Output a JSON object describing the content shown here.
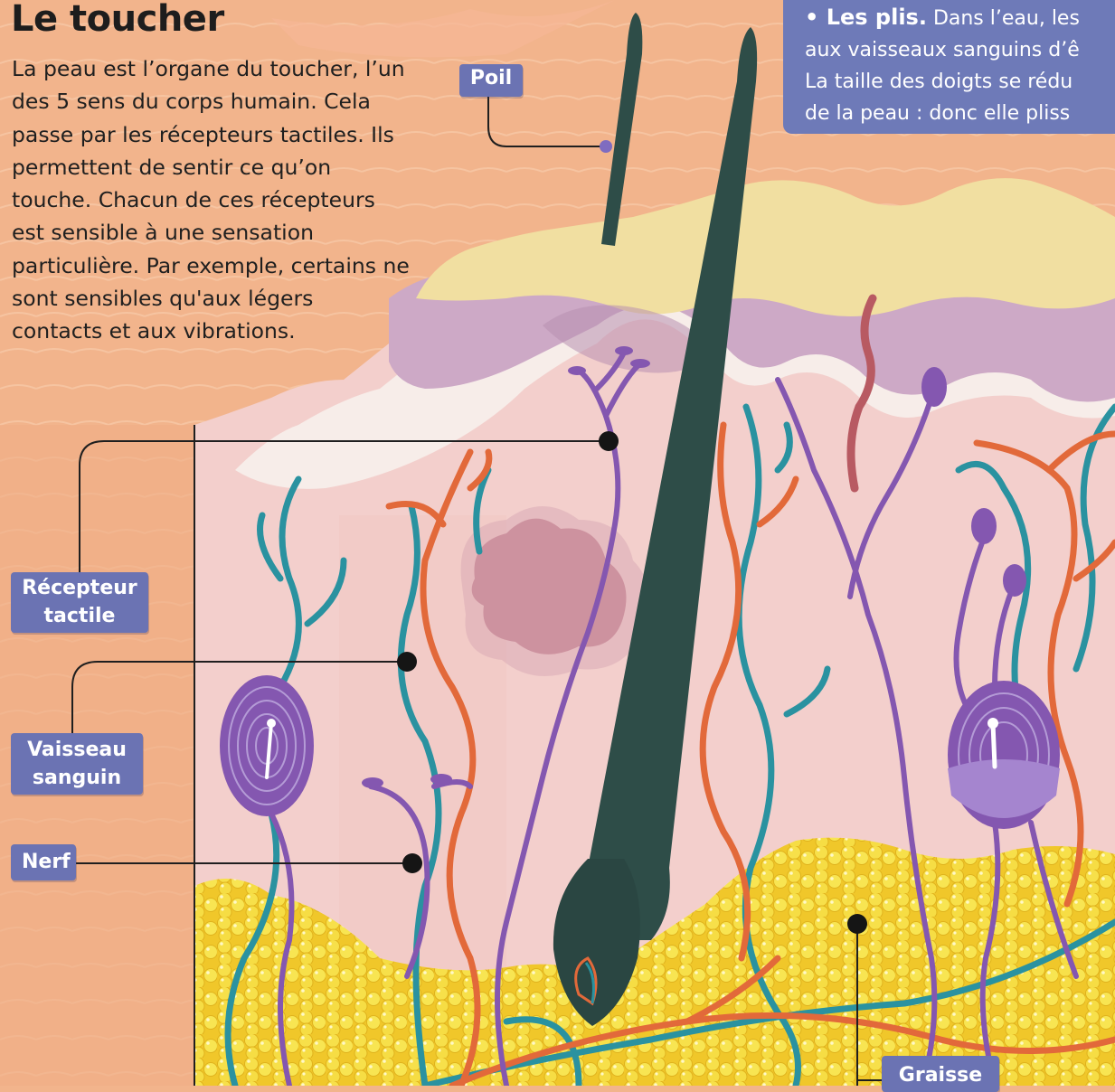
{
  "title": "Le toucher",
  "intro": "La peau est l’organe du toucher, l’un des 5 sens du corps humain. Cela passe par les récepteurs tactiles. Ils permettent de sentir ce qu’on touche. Chacun de ces récepteurs est sensible à une sensation particulière. Par exemple, certains ne sont sensibles qu'aux légers contacts et aux vibrations.",
  "info_box": {
    "lead": "• Les plis.",
    "line1_rest": " Dans l’eau, les",
    "line2": "aux vaisseaux sanguins d’ê",
    "line3": "La taille des doigts se rédu",
    "line4": "de la peau : donc elle pliss"
  },
  "labels": {
    "poil": "Poil",
    "recepteur_line1": "Récepteur",
    "recepteur_line2": "tactile",
    "vaisseau_line1": "Vaisseau",
    "vaisseau_line2": "sanguin",
    "nerf": "Nerf",
    "graisse": "Graisse"
  },
  "colors": {
    "background": "#f2b48c",
    "label_box": "#6b73b3",
    "hair": "#2e4d48",
    "nerve": "#8457b0",
    "blood_vessel_vein": "#2a92a0",
    "blood_vessel_artery": "#e2693a",
    "fat": "#f5d73a",
    "epidermis_top": "#f3e2a0",
    "epidermis_mid": "#c9a6c3"
  }
}
